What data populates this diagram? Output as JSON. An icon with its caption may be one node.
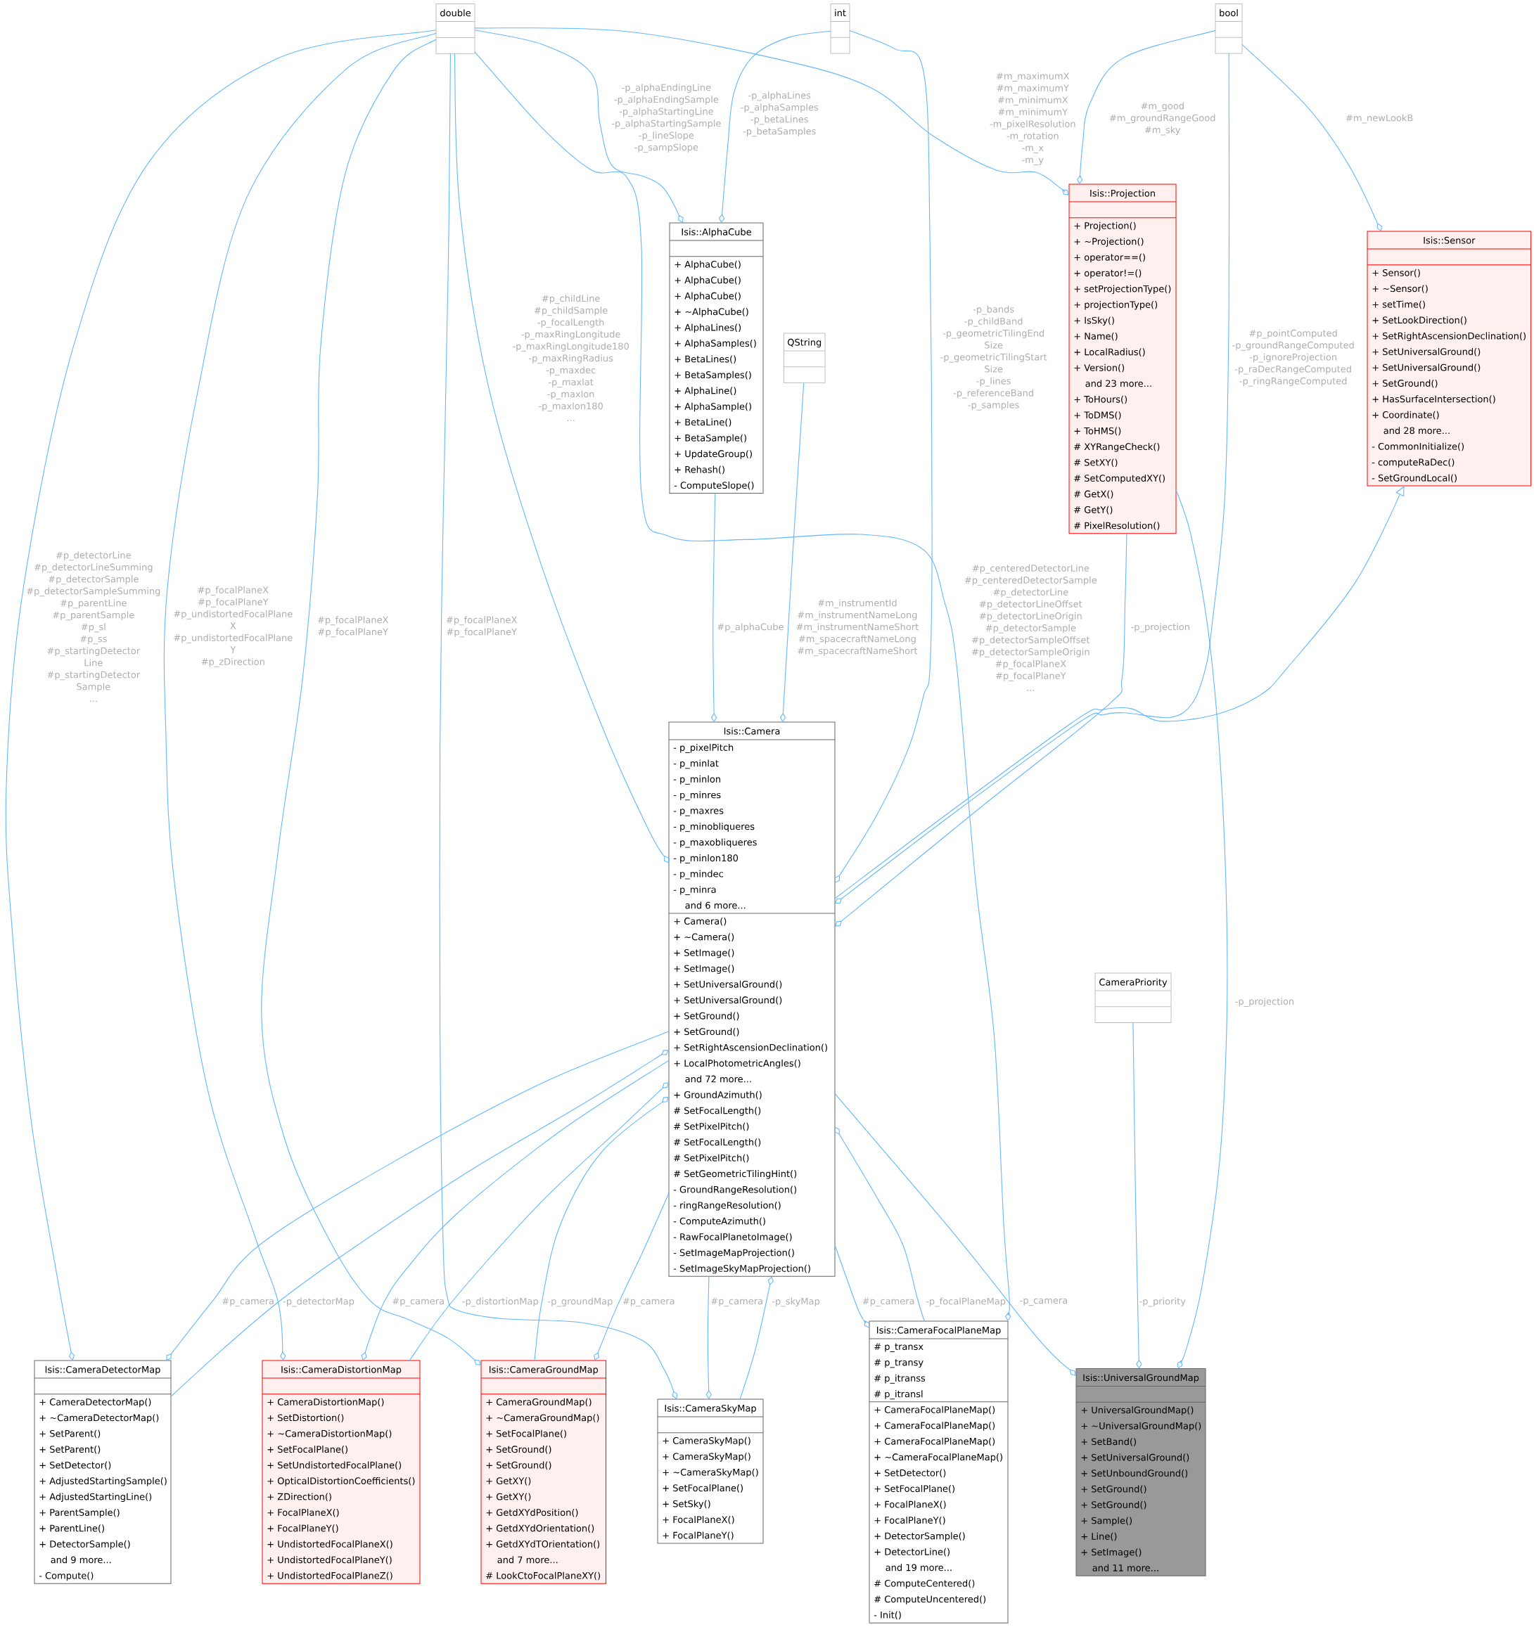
{
  "diagram": {
    "nodes": [
      {
        "text": [
          "double"
        ]
      },
      {
        "text": [
          "int"
        ]
      },
      {
        "text": [
          "bool"
        ]
      },
      {
        "text": [
          "Isis::AlphaCube",
          "+ AlphaCube()",
          "+ AlphaCube()",
          "+ AlphaCube()",
          "+ ~AlphaCube()",
          "+ AlphaLines()",
          "+ AlphaSamples()",
          "+ BetaLines()",
          "+ BetaSamples()",
          "+ AlphaLine()",
          "+ AlphaSample()",
          "+ BetaLine()",
          "+ BetaSample()",
          "+ UpdateGroup()",
          "+ Rehash()",
          "- ComputeSlope()"
        ]
      },
      {
        "text": [
          "Isis::Projection",
          "+ Projection()",
          "+ ~Projection()",
          "+ operator==()",
          "+ operator!=()",
          "+ setProjectionType()",
          "+ projectionType()",
          "+ IsSky()",
          "+ Name()",
          "+ LocalRadius()",
          "+ Version()",
          "and 23 more...",
          "+ ToHours()",
          "+ ToDMS()",
          "+ ToHMS()",
          "# XYRangeCheck()",
          "# SetXY()",
          "# SetComputedXY()",
          "# GetX()",
          "# GetY()",
          "# PixelResolution()"
        ]
      },
      {
        "text": [
          "Isis::Sensor",
          "+ Sensor()",
          "+ ~Sensor()",
          "+ setTime()",
          "+ SetLookDirection()",
          "+ SetRightAscensionDeclination()",
          "+ SetUniversalGround()",
          "+ SetUniversalGround()",
          "+ SetGround()",
          "+ HasSurfaceIntersection()",
          "+ Coordinate()",
          "and 28 more...",
          "- CommonInitialize()",
          "- computeRaDec()",
          "- SetGroundLocal()"
        ]
      },
      {
        "text": [
          "QString"
        ]
      },
      {
        "text": [
          "Isis::Camera",
          "- p_pixelPitch",
          "- p_minlat",
          "- p_minlon",
          "- p_minres",
          "- p_maxres",
          "- p_minobliqueres",
          "- p_maxobliqueres",
          "- p_minlon180",
          "- p_mindec",
          "- p_minra",
          "and 6 more...",
          "+ Camera()",
          "+ ~Camera()",
          "+ SetImage()",
          "+ SetImage()",
          "+ SetUniversalGround()",
          "+ SetUniversalGround()",
          "+ SetGround()",
          "+ SetGround()",
          "+ SetRightAscensionDeclination()",
          "+ LocalPhotometricAngles()",
          "and 72 more...",
          "+ GroundAzimuth()",
          "# SetFocalLength()",
          "# SetPixelPitch()",
          "# SetFocalLength()",
          "# SetPixelPitch()",
          "# SetGeometricTilingHint()",
          "- GroundRangeResolution()",
          "- ringRangeResolution()",
          "- ComputeAzimuth()",
          "- RawFocalPlanetoImage()",
          "- SetImageMapProjection()",
          "- SetImageSkyMapProjection()"
        ]
      },
      {
        "text": [
          "CameraPriority"
        ]
      },
      {
        "text": [
          "Isis::CameraDetectorMap",
          "+ CameraDetectorMap()",
          "+ ~CameraDetectorMap()",
          "+ SetParent()",
          "+ SetParent()",
          "+ SetDetector()",
          "+ AdjustedStartingSample()",
          "+ AdjustedStartingLine()",
          "+ ParentSample()",
          "+ ParentLine()",
          "+ DetectorSample()",
          "and 9 more...",
          "- Compute()"
        ]
      },
      {
        "text": [
          "Isis::CameraDistortionMap",
          "+ CameraDistortionMap()",
          "+ SetDistortion()",
          "+ ~CameraDistortionMap()",
          "+ SetFocalPlane()",
          "+ SetUndistortedFocalPlane()",
          "+ OpticalDistortionCoefficients()",
          "+ ZDirection()",
          "+ FocalPlaneX()",
          "+ FocalPlaneY()",
          "+ UndistortedFocalPlaneX()",
          "+ UndistortedFocalPlaneY()",
          "+ UndistortedFocalPlaneZ()"
        ]
      },
      {
        "text": [
          "Isis::CameraGroundMap",
          "+ CameraGroundMap()",
          "+ ~CameraGroundMap()",
          "+ SetFocalPlane()",
          "+ SetGround()",
          "+ SetGround()",
          "+ GetXY()",
          "+ GetXY()",
          "+ GetdXYdPosition()",
          "+ GetdXYdOrientation()",
          "+ GetdXYdTOrientation()",
          "and 7 more...",
          "# LookCtoFocalPlaneXY()"
        ]
      },
      {
        "text": [
          "Isis::CameraSkyMap",
          "+ CameraSkyMap()",
          "+ CameraSkyMap()",
          "+ ~CameraSkyMap()",
          "+ SetFocalPlane()",
          "+ SetSky()",
          "+ FocalPlaneX()",
          "+ FocalPlaneY()"
        ]
      },
      {
        "text": [
          "Isis::CameraFocalPlaneMap",
          "# p_transx",
          "# p_transy",
          "# p_itranss",
          "# p_itransl",
          "+ CameraFocalPlaneMap()",
          "+ CameraFocalPlaneMap()",
          "+ CameraFocalPlaneMap()",
          "+ ~CameraFocalPlaneMap()",
          "+ SetDetector()",
          "+ SetFocalPlane()",
          "+ FocalPlaneX()",
          "+ FocalPlaneY()",
          "+ DetectorSample()",
          "+ DetectorLine()",
          "and 19 more...",
          "# ComputeCentered()",
          "# ComputeUncentered()",
          "- Init()"
        ]
      },
      {
        "text": [
          "Isis::UniversalGroundMap",
          "+ UniversalGroundMap()",
          "+ ~UniversalGroundMap()",
          "+ SetBand()",
          "+ SetUniversalGround()",
          "+ SetUnboundGround()",
          "+ SetGround()",
          "+ SetGround()",
          "+ Sample()",
          "+ Line()",
          "+ SetImage()",
          "and 11 more..."
        ]
      }
    ],
    "edges": [
      {
        "from": 0,
        "to": 9,
        "arrow": "other",
        "label": "#p_detectorLine #p_detectorLineSumming #p_detectorSample #p_detectorSampleSumming #p_parentLine #p_parentSample #p_sl #p_ss #p_startingDetector Line #p_startingDetector Sample ..."
      },
      {
        "from": 0,
        "to": 10,
        "arrow": "other",
        "label": "#p_focalPlaneX #p_focalPlaneY #p_undistortedFocalPlane X #p_undistortedFocalPlane Y #p_zDirection"
      },
      {
        "from": 0,
        "to": 11,
        "arrow": "other",
        "label": "#p_focalPlaneX #p_focalPlaneY"
      },
      {
        "from": 0,
        "to": 12,
        "arrow": "other",
        "label": "#p_focalPlaneX #p_focalPlaneY"
      },
      {
        "from": 0,
        "to": 7,
        "arrow": "other",
        "label": "#p_childLine #p_childSample -p_focalLength -p_maxRingLongitude -p_maxRingLongitude180 -p_maxRingRadius -p_maxdec -p_maxlat -p_maxlon -p_maxlon180 ..."
      },
      {
        "from": 0,
        "to": 3,
        "arrow": "other",
        "label": "-p_alphaEndingLine -p_alphaEndingSample -p_alphaStartingLine -p_alphaStartingSample -p_lineSlope -p_sampSlope"
      },
      {
        "from": 0,
        "to": 13,
        "arrow": "other",
        "label": "#p_centeredDetectorLine #p_centeredDetectorSample #p_detectorLine #p_detectorLineOffset #p_detectorLineOrigin #p_detectorSample #p_detectorSampleOffset #p_detectorSampleOrigin #p_focalPlaneX #p_focalPlaneY ..."
      },
      {
        "from": 0,
        "to": 4,
        "arrow": "other",
        "label": "#m_maximumX #m_maximumY #m_minimumX #m_minimumY -m_pixelResolution -m_rotation -m_x -m_y"
      },
      {
        "from": 1,
        "to": 3,
        "arrow": "other",
        "label": "-p_alphaLines -p_alphaSamples -p_betaLines -p_betaSamples"
      },
      {
        "from": 1,
        "to": 7,
        "arrow": "other",
        "label": "-p_bands -p_childBand -p_geometricTilingEnd Size -p_geometricTilingStart Size -p_lines -p_referenceBand -p_samples"
      },
      {
        "from": 6,
        "to": 7,
        "arrow": "other",
        "label": "#m_instrumentId #m_instrumentNameLong #m_instrumentNameShort #m_spacecraftNameLong #m_spacecraftNameShort"
      },
      {
        "from": 3,
        "to": 7,
        "arrow": "other",
        "label": "#p_alphaCube"
      },
      {
        "from": 2,
        "to": 4,
        "arrow": "other",
        "label": "#m_good #m_groundRangeGood #m_sky"
      },
      {
        "from": 2,
        "to": 5,
        "arrow": "other",
        "label": "#m_newLookB"
      },
      {
        "from": 2,
        "to": 7,
        "arrow": "other",
        "label": "#p_pointComputed -p_groundRangeComputed -p_ignoreProjection -p_raDecRangeComputed -p_ringRangeComputed"
      },
      {
        "from": 4,
        "to": 7,
        "arrow": "other",
        "label": "-p_projection"
      },
      {
        "from": 4,
        "to": 14,
        "arrow": "other",
        "label": "-p_projection"
      },
      {
        "from": 7,
        "to": 5,
        "arrow": "to"
      },
      {
        "from": 9,
        "to": 7,
        "arrow": "other",
        "label": "-p_detectorMap"
      },
      {
        "from": 7,
        "to": 9,
        "arrow": "other",
        "label": "#p_camera"
      },
      {
        "from": 7,
        "to": 10,
        "arrow": "other",
        "label": "#p_camera"
      },
      {
        "from": 10,
        "to": 7,
        "arrow": "other",
        "label": "-p_distortionMap"
      },
      {
        "from": 11,
        "to": 7,
        "arrow": "other",
        "label": "-p_groundMap"
      },
      {
        "from": 7,
        "to": 11,
        "arrow": "other",
        "label": "#p_camera"
      },
      {
        "from": 7,
        "to": 12,
        "arrow": "other",
        "label": "#p_camera"
      },
      {
        "from": 12,
        "to": 7,
        "arrow": "other",
        "label": "-p_skyMap"
      },
      {
        "from": 7,
        "to": 13,
        "arrow": "other",
        "label": "#p_camera"
      },
      {
        "from": 13,
        "to": 7,
        "arrow": "other",
        "label": "-p_focalPlaneMap"
      },
      {
        "from": 7,
        "to": 14,
        "arrow": "other",
        "label": "-p_camera"
      },
      {
        "from": 8,
        "to": 14,
        "arrow": "other",
        "label": "-p_priority"
      }
    ]
  }
}
